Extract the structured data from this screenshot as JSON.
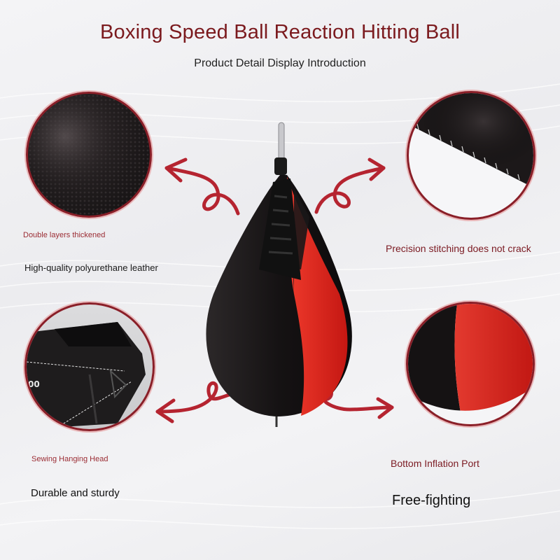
{
  "header": {
    "title": "Boxing Speed Ball Reaction Hitting Ball",
    "subtitle": "Product Detail Display Introduction"
  },
  "features": [
    {
      "position": "top-left",
      "detail_image": "leather-texture-closeup",
      "label": "Double layers thickened",
      "description": "High-quality polyurethane leather"
    },
    {
      "position": "top-right",
      "detail_image": "stitching-closeup",
      "label": "Precision stitching does not crack",
      "description": ""
    },
    {
      "position": "bottom-left",
      "detail_image": "hanging-head-closeup",
      "label": "Sewing Hanging Head",
      "description": "Durable and sturdy"
    },
    {
      "position": "bottom-right",
      "detail_image": "ball-bottom-closeup",
      "label": "Bottom Inflation Port",
      "description": "Free-fighting"
    }
  ],
  "product": {
    "name": "speed-ball",
    "colors": {
      "red": "#e2261f",
      "black": "#161314"
    }
  },
  "colors": {
    "title": "#7b1a1e",
    "accent_red": "#b52430",
    "circle_border": "#8a1f28",
    "background": "#eeeef1"
  }
}
